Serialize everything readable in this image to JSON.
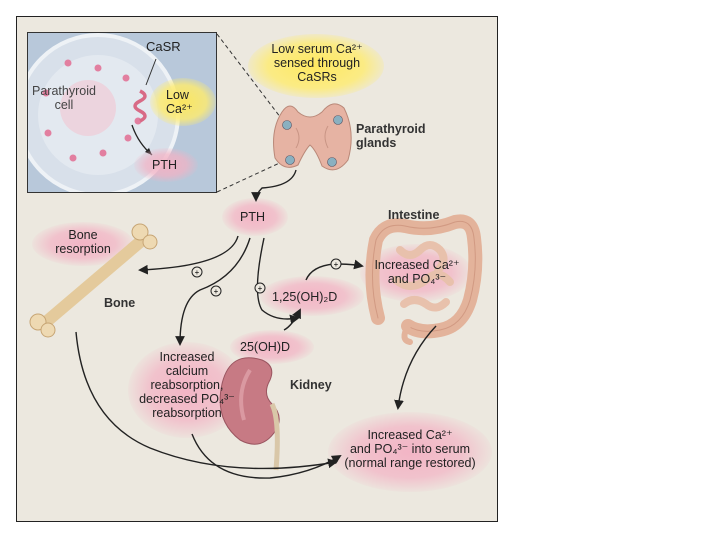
{
  "labels": {
    "casr": "CaSR",
    "parathyroid_cell": "Parathyroid\ncell",
    "low_ca": "Low\nCa²⁺",
    "pth_inset": "PTH",
    "low_serum": "Low serum Ca²⁺\nsensed through\nCaSRs",
    "parathyroid_glands": "Parathyroid\nglands",
    "pth_main": "PTH",
    "intestine": "Intestine",
    "bone_resorption": "Bone\nresorption",
    "bone": "Bone",
    "increased_ca_po4_intestine": "Increased Ca²⁺\nand PO₄³⁻",
    "vit_d_active": "1,25(OH)₂D",
    "vit_d_precursor": "25(OH)D",
    "kidney": "Kidney",
    "increased_reabsorption": "Increased\ncalcium\nreabsorption,\ndecreased PO₄³⁻\nreabsorption",
    "serum_restored": "Increased Ca²⁺\nand PO₄³⁻ into serum\n(normal range restored)"
  },
  "markers": {
    "plus": "+",
    "plus_circled": "+"
  },
  "colors": {
    "panel_bg": "#ece8df",
    "inset_bg": "#b8c8da",
    "highlight_pink": "#f3b2c4",
    "highlight_yellow": "#ffe85a",
    "arrow": "#222222"
  }
}
